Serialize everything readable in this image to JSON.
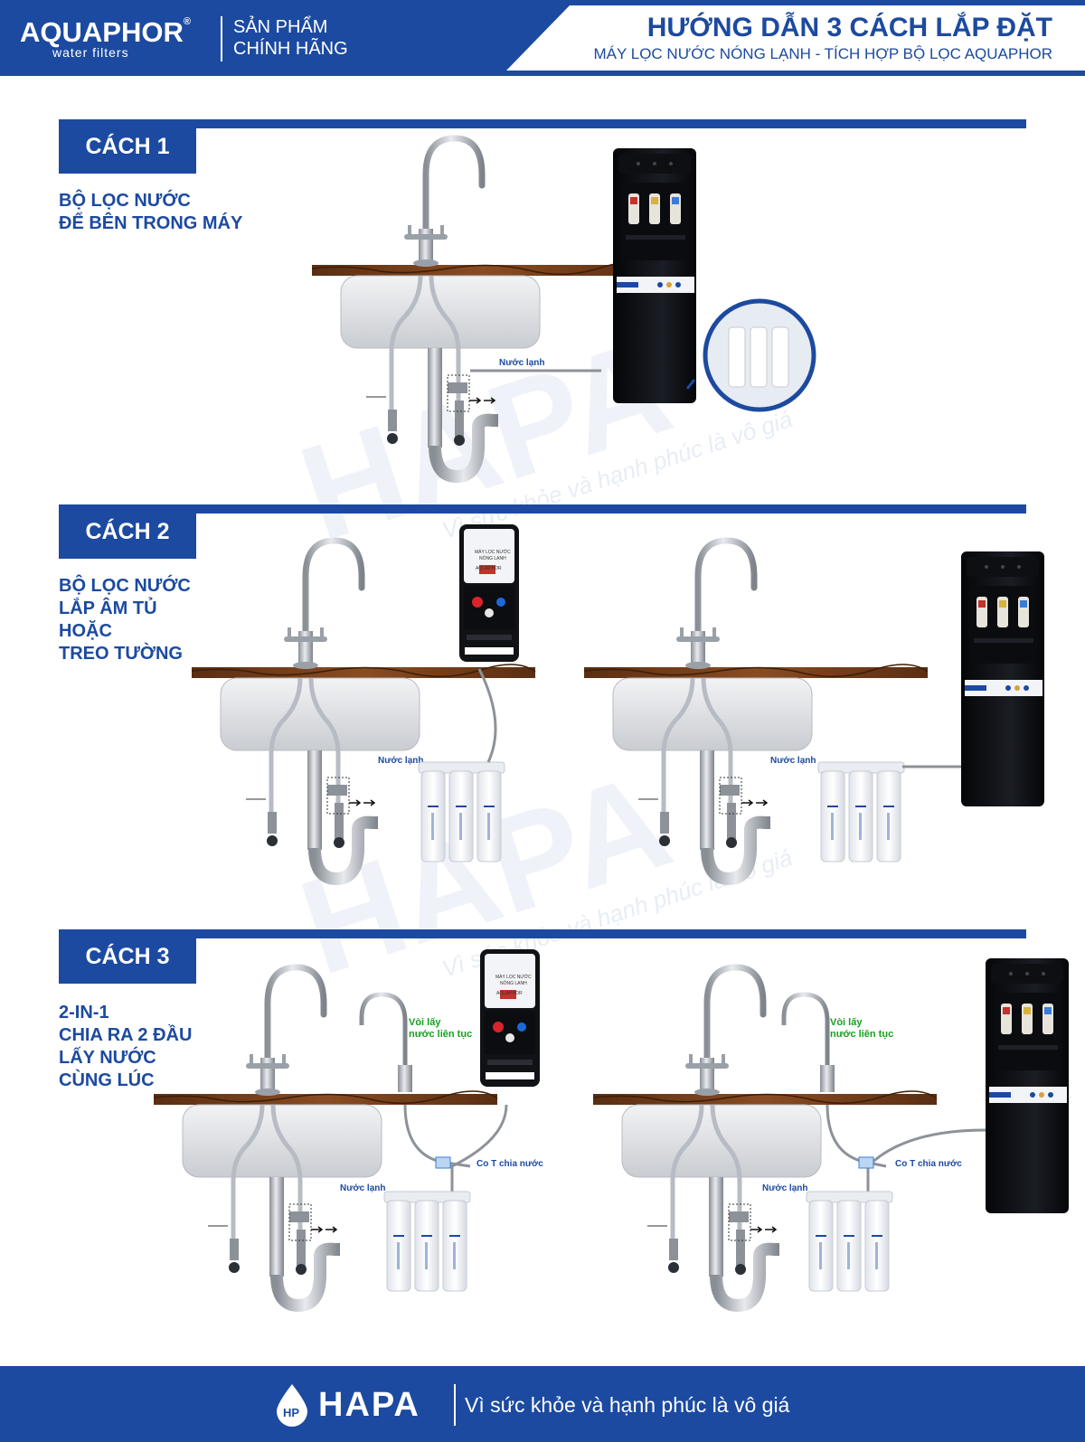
{
  "header": {
    "brand": "AQUAPHOR",
    "brand_mark": "®",
    "brand_sub": "water filters",
    "genuine_line1": "SẢN PHẨM",
    "genuine_line2": "CHÍNH HÃNG",
    "title": "HƯỚNG DẪN 3 CÁCH LẮP ĐẶT",
    "subtitle": "MÁY LỌC NƯỚC NÓNG LẠNH - TÍCH HỢP BỘ LỌC AQUAPHOR"
  },
  "sections": [
    {
      "badge": "CÁCH 1",
      "lines": [
        "BỘ LỌC NƯỚC",
        "ĐỂ BÊN TRONG MÁY"
      ]
    },
    {
      "badge": "CÁCH 2",
      "lines": [
        "BỘ LỌC NƯỚC",
        "LẮP ÂM TỦ",
        "HOẶC",
        "TREO TƯỜNG"
      ]
    },
    {
      "badge": "CÁCH 3",
      "lines": [
        "2-IN-1",
        "CHIA RA 2 ĐẦU",
        "LẤY NƯỚC",
        "CÙNG LÚC"
      ]
    }
  ],
  "diagram_labels": {
    "cold_water": "Nước lạnh",
    "tap_line1": "Vòi lấy",
    "tap_line2": "nước liên tục",
    "tee": "Co T chia nước",
    "dispenser_title1": "MÁY LỌC NƯỚC",
    "dispenser_title2": "NÓNG LẠNH",
    "dispenser_brand": "AQUAPHOR"
  },
  "watermark": {
    "text": "HAPA",
    "slogan": "Vì sức khỏe và hạnh phúc là vô giá"
  },
  "footer": {
    "logo": "HAPA",
    "slogan": "Vì sức khỏe và hạnh phúc là vô giá"
  },
  "colors": {
    "brand_blue": "#1c4aa0",
    "label_green": "#18a020",
    "counter_brown": "#6b3a1c"
  }
}
